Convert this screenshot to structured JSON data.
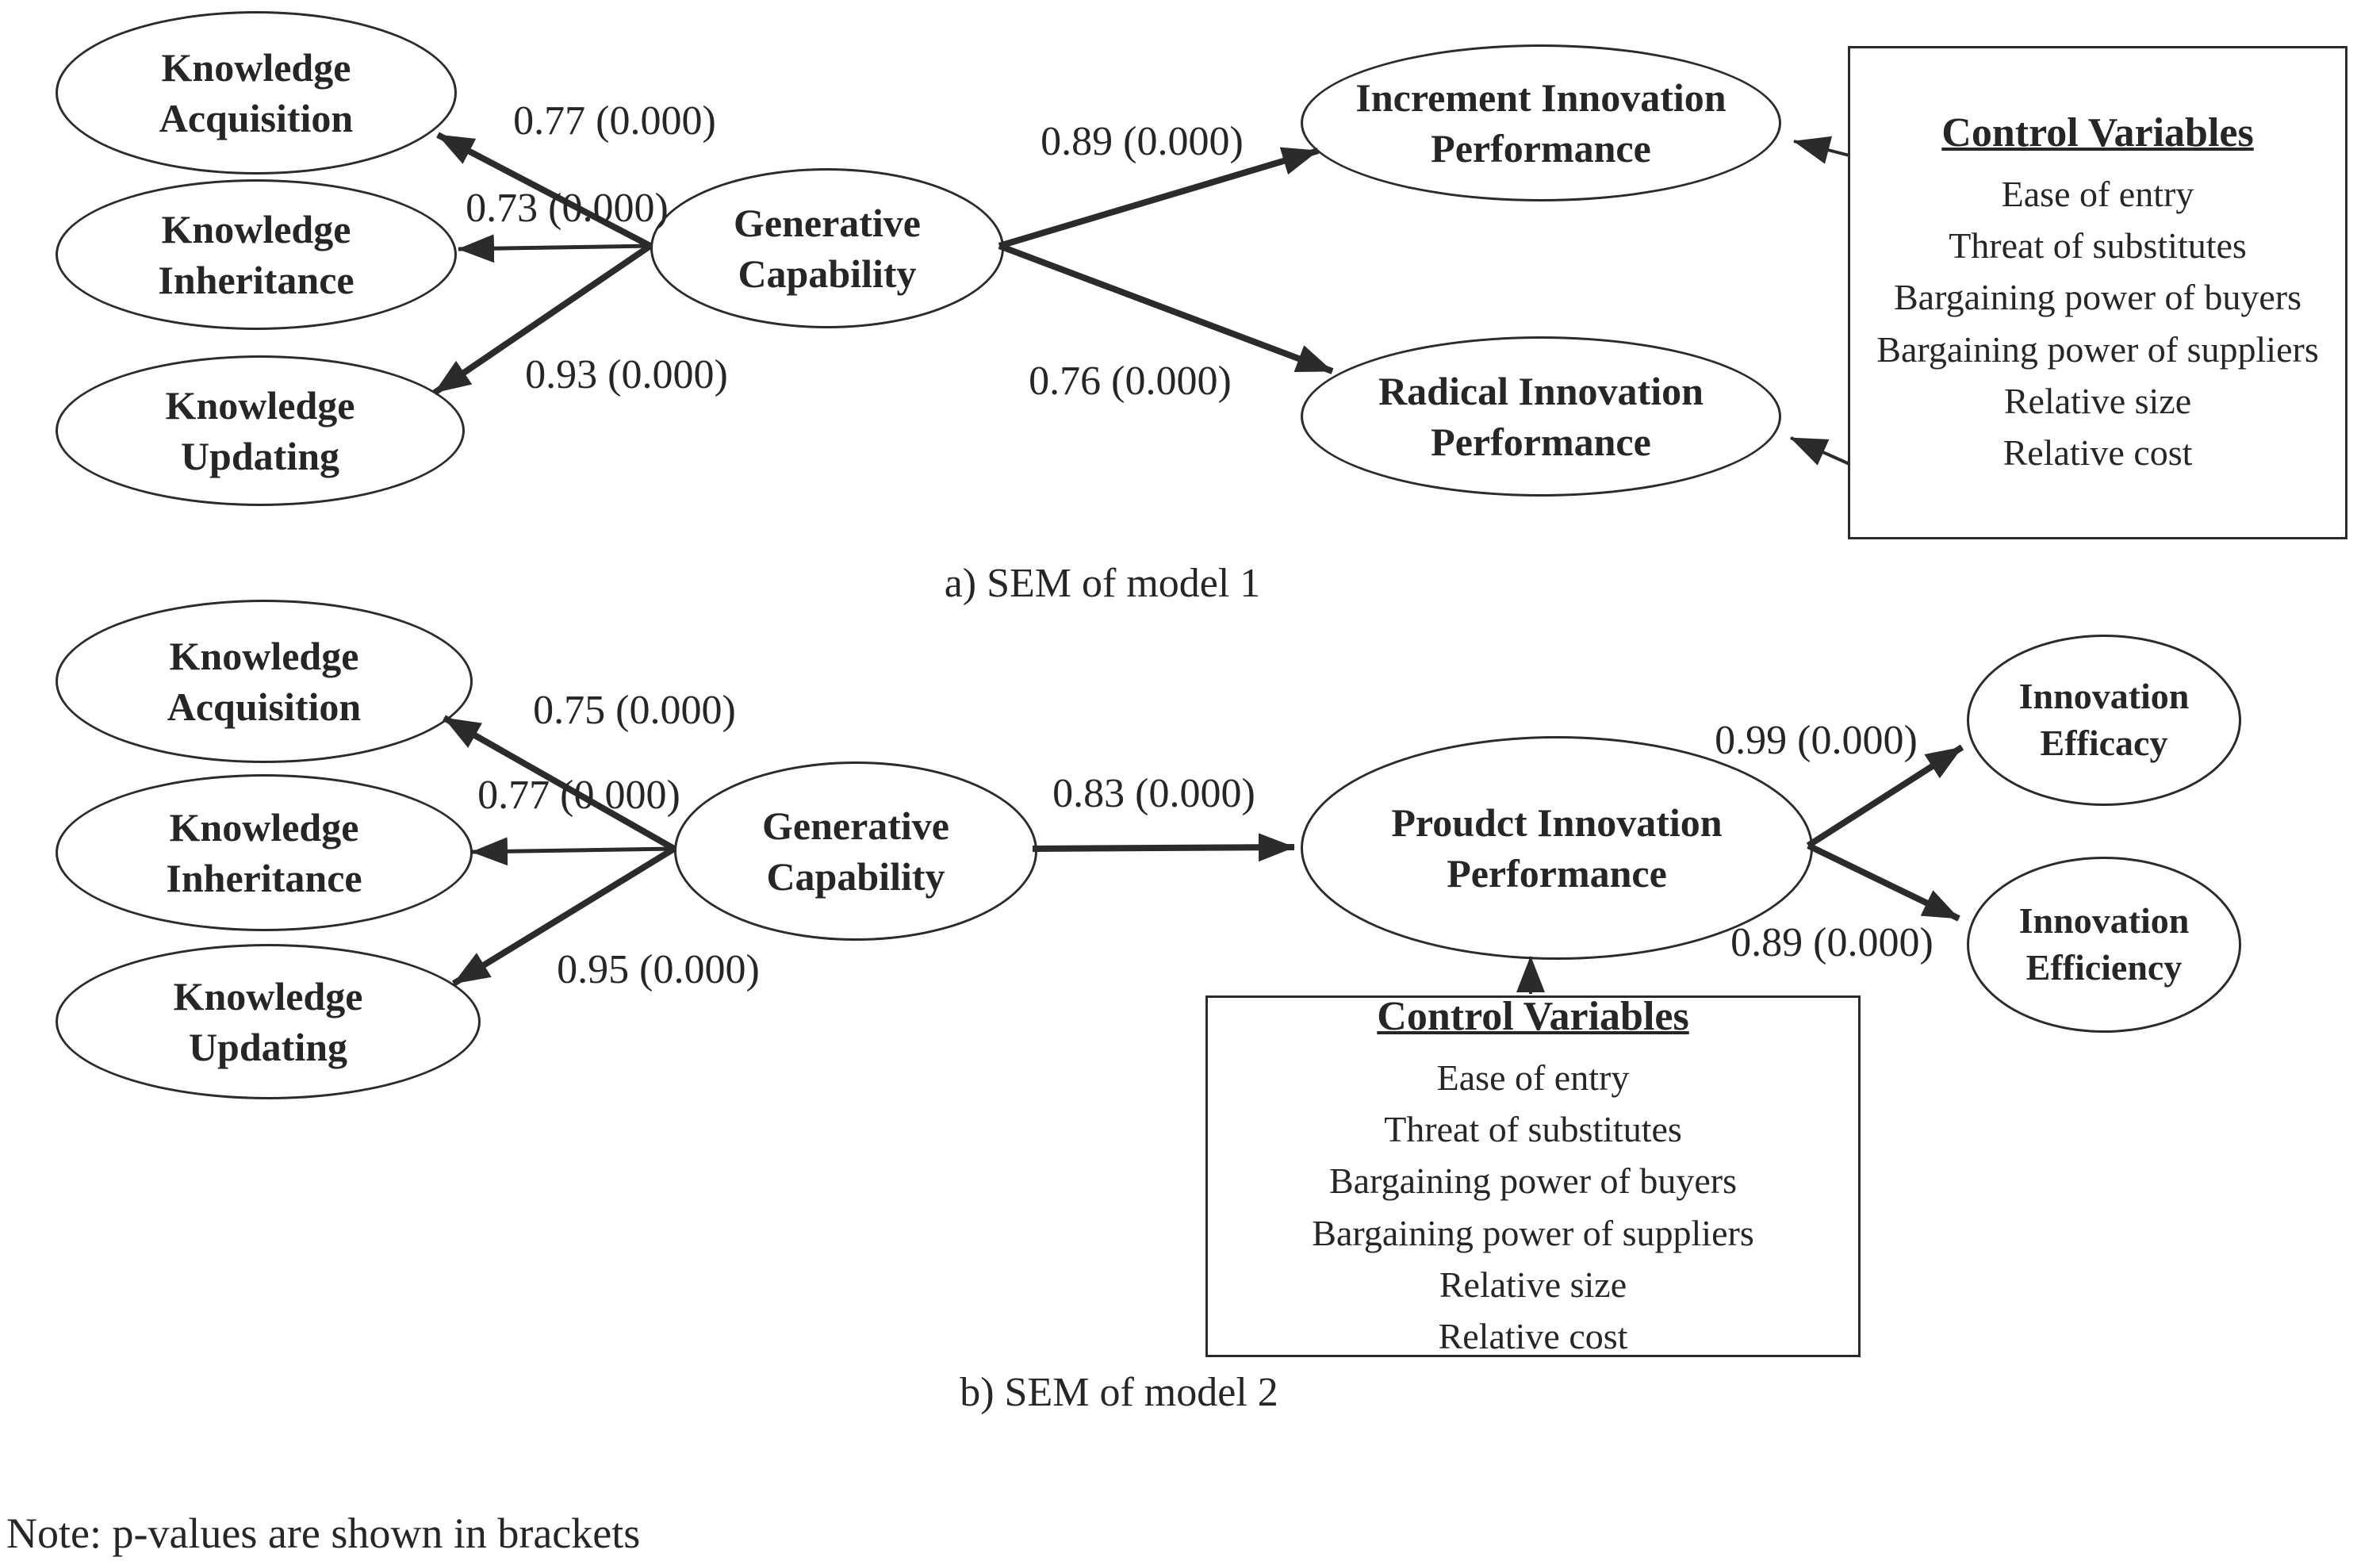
{
  "figure": {
    "note": "Note: p-values are shown in brackets",
    "colors": {
      "ink": "#262626",
      "background": "#ffffff"
    },
    "model1": {
      "caption": "a) SEM of model 1",
      "nodes": {
        "knowledge_acquisition": "Knowledge\nAcquisition",
        "knowledge_inheritance": "Knowledge\nInheritance",
        "knowledge_updating": "Knowledge\nUpdating",
        "generative_capability": "Generative\nCapability",
        "increment_innovation_performance": "Increment Innovation\nPerformance",
        "radical_innovation_performance": "Radical Innovation\nPerformance"
      },
      "paths": {
        "gc_to_knowledge_acquisition": "0.77 (0.000)",
        "gc_to_knowledge_inheritance": "0.73 (0.000)",
        "gc_to_knowledge_updating": "0.93 (0.000)",
        "gc_to_increment_innovation": "0.89 (0.000)",
        "gc_to_radical_innovation": "0.76 (0.000)"
      },
      "control_box": {
        "title": "Control Variables",
        "items": [
          "Ease of entry",
          "Threat of substitutes",
          "Bargaining power of buyers",
          "Bargaining power of suppliers",
          "Relative size",
          "Relative cost"
        ]
      }
    },
    "model2": {
      "caption": "b) SEM of model 2",
      "nodes": {
        "knowledge_acquisition": "Knowledge\nAcquisition",
        "knowledge_inheritance": "Knowledge\nInheritance",
        "knowledge_updating": "Knowledge\nUpdating",
        "generative_capability": "Generative\nCapability",
        "product_innovation_performance": "Proudct Innovation\nPerformance",
        "innovation_efficacy": "Innovation\nEfficacy",
        "innovation_efficiency": "Innovation\nEfficiency"
      },
      "paths": {
        "gc_to_knowledge_acquisition": "0.75 (0.000)",
        "gc_to_knowledge_inheritance": "0.77 (0.000)",
        "gc_to_knowledge_updating": "0.95 (0.000)",
        "gc_to_product_innovation": "0.83 (0.000)",
        "pip_to_innovation_efficacy": "0.99 (0.000)",
        "pip_to_innovation_efficiency": "0.89 (0.000)"
      },
      "control_box": {
        "title": "Control Variables",
        "items": [
          "Ease of entry",
          "Threat of substitutes",
          "Bargaining power of buyers",
          "Bargaining power of suppliers",
          "Relative size",
          "Relative cost"
        ]
      }
    }
  }
}
